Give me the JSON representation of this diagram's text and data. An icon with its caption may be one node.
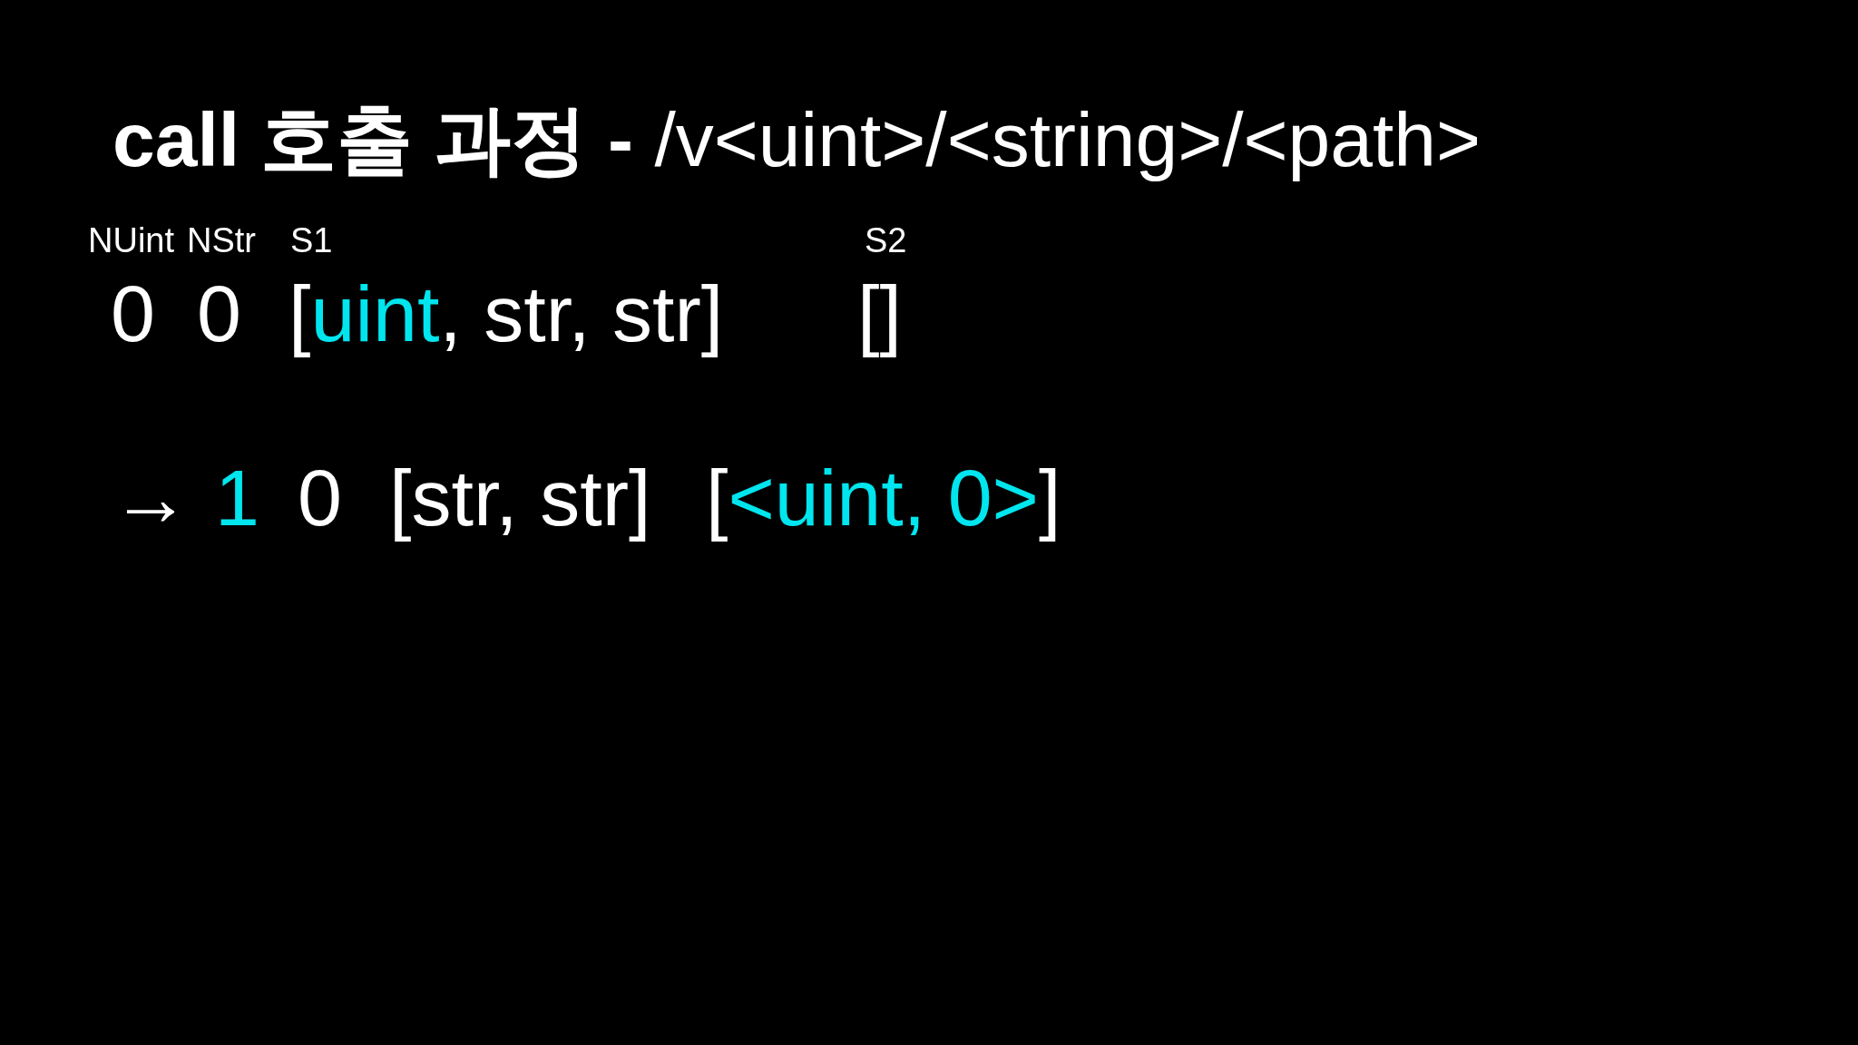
{
  "diagram": {
    "title": "**call 호출 과정 -** /v<uint>/<string>/<path>",
    "labels": [
      "NUint",
      "NStr",
      "S1",
      "S2",
      "0",
      "0",
      "[uint, str, str]",
      "[]",
      "→",
      "1",
      "0",
      "[str, str]",
      "[<uint, 0>]"
    ]
  }
}
